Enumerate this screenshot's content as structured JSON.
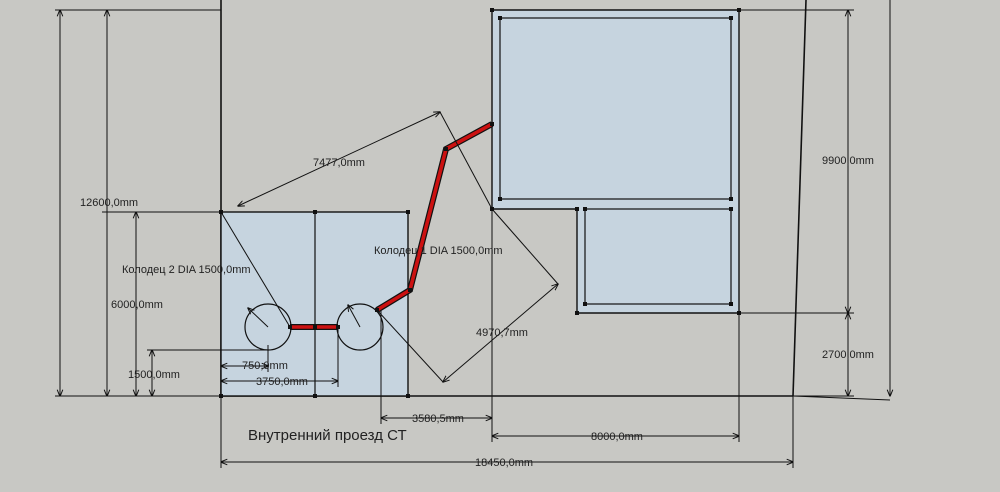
{
  "labels": {
    "dim_total_height": "12600,0mm",
    "dim_lot_height": "6000,0mm",
    "dim_1500": "1500,0mm",
    "dim_750": "750,0mm",
    "dim_3750": "3750,0mm",
    "dim_7477": "7477,0mm",
    "dim_4970": "4970,7mm",
    "dim_3580": "3580,5mm",
    "dim_8000": "8000,0mm",
    "dim_18450": "18450,0mm",
    "dim_9900": "9900,0mm",
    "dim_2700": "2700,0mm",
    "well_2": "Колодец 2 DIA 1500,0mm",
    "well_1": "Колодец 1 DIA 1500,0mm",
    "road": "Внутренний проезд СТ"
  },
  "colors": {
    "background": "#c8c8c4",
    "fill_blue": "#c6d4df",
    "pipe_red": "#cc1111",
    "line": "#111111"
  }
}
